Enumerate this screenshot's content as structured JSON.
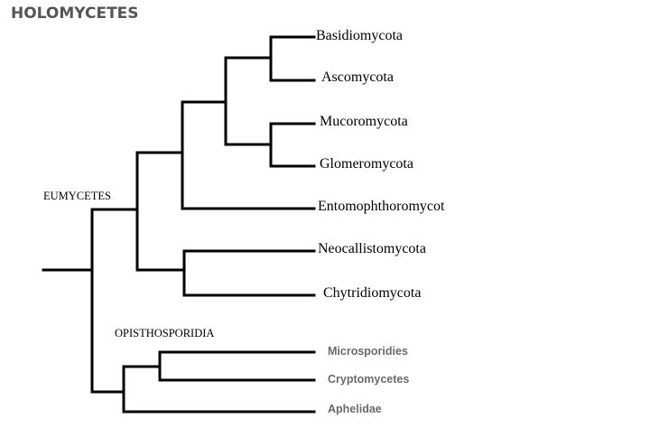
{
  "title": "HOLOMYCETES",
  "clades": {
    "eumycetes": "EUMYCETES",
    "opisthosporidia": "OPISTHOSPORIDIA"
  },
  "taxa": {
    "basidiomycota": "Basidiomycota",
    "ascomycota": "Ascomycota",
    "mucoromycota": "Mucoromycota",
    "glomeromycota": "Glomeromycota",
    "entomophthoromycot": "Entomophthoromycot",
    "neocallistomycota": "Neocallistomycota",
    "chytridiomycota": "Chytridiomycota",
    "microsporidies": "Microsporidies",
    "cryptomycetes": "Cryptomycetes",
    "aphelidae": "Aphelidae"
  },
  "colors": {
    "title": "#555555",
    "line": "#000000",
    "taxon": "#000000",
    "taxon_small": "#6a6a6a"
  }
}
